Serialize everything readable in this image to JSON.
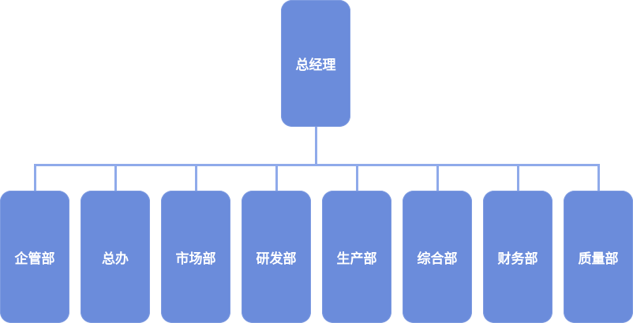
{
  "colors": {
    "node_fill": "#6b8cdb",
    "connector": "#8faaea",
    "text": "#ffffff"
  },
  "root": {
    "label": "总经理"
  },
  "children": [
    {
      "label": "企管部"
    },
    {
      "label": "总办"
    },
    {
      "label": "市场部"
    },
    {
      "label": "研发部"
    },
    {
      "label": "生产部"
    },
    {
      "label": "综合部"
    },
    {
      "label": "财务部"
    },
    {
      "label": "质量部"
    }
  ]
}
